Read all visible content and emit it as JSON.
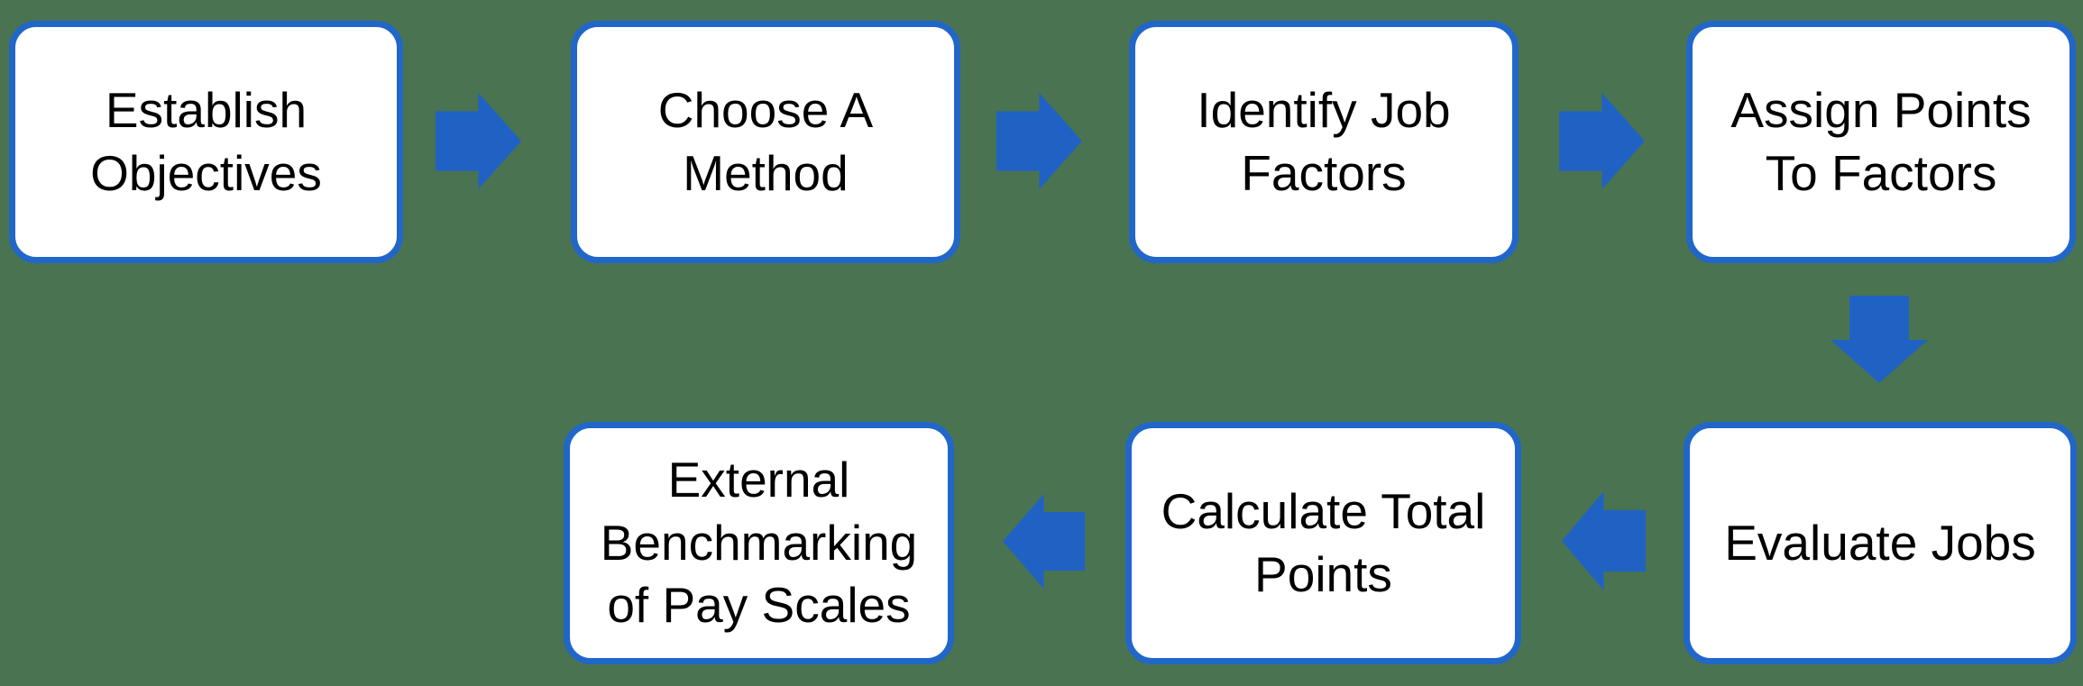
{
  "colors": {
    "background": "#4a7351",
    "box-fill": "#ffffff",
    "box-border": "#2166c9",
    "arrow": "#2062c4",
    "text": "#000000"
  },
  "diagram": {
    "type": "flowchart",
    "steps": [
      {
        "id": "establish-objectives",
        "label": "Establish\nObjectives"
      },
      {
        "id": "choose-a-method",
        "label": "Choose A\nMethod"
      },
      {
        "id": "identify-job-factors",
        "label": "Identify Job\nFactors"
      },
      {
        "id": "assign-points-to-factors",
        "label": "Assign Points\nTo Factors"
      },
      {
        "id": "evaluate-jobs",
        "label": "Evaluate Jobs"
      },
      {
        "id": "calculate-total-points",
        "label": "Calculate Total\nPoints"
      },
      {
        "id": "external-benchmarking",
        "label": "External\nBenchmarking\nof Pay Scales"
      }
    ],
    "connections": [
      {
        "from": "establish-objectives",
        "to": "choose-a-method",
        "direction": "right"
      },
      {
        "from": "choose-a-method",
        "to": "identify-job-factors",
        "direction": "right"
      },
      {
        "from": "identify-job-factors",
        "to": "assign-points-to-factors",
        "direction": "right"
      },
      {
        "from": "assign-points-to-factors",
        "to": "evaluate-jobs",
        "direction": "down"
      },
      {
        "from": "evaluate-jobs",
        "to": "calculate-total-points",
        "direction": "left"
      },
      {
        "from": "calculate-total-points",
        "to": "external-benchmarking",
        "direction": "left"
      }
    ]
  }
}
